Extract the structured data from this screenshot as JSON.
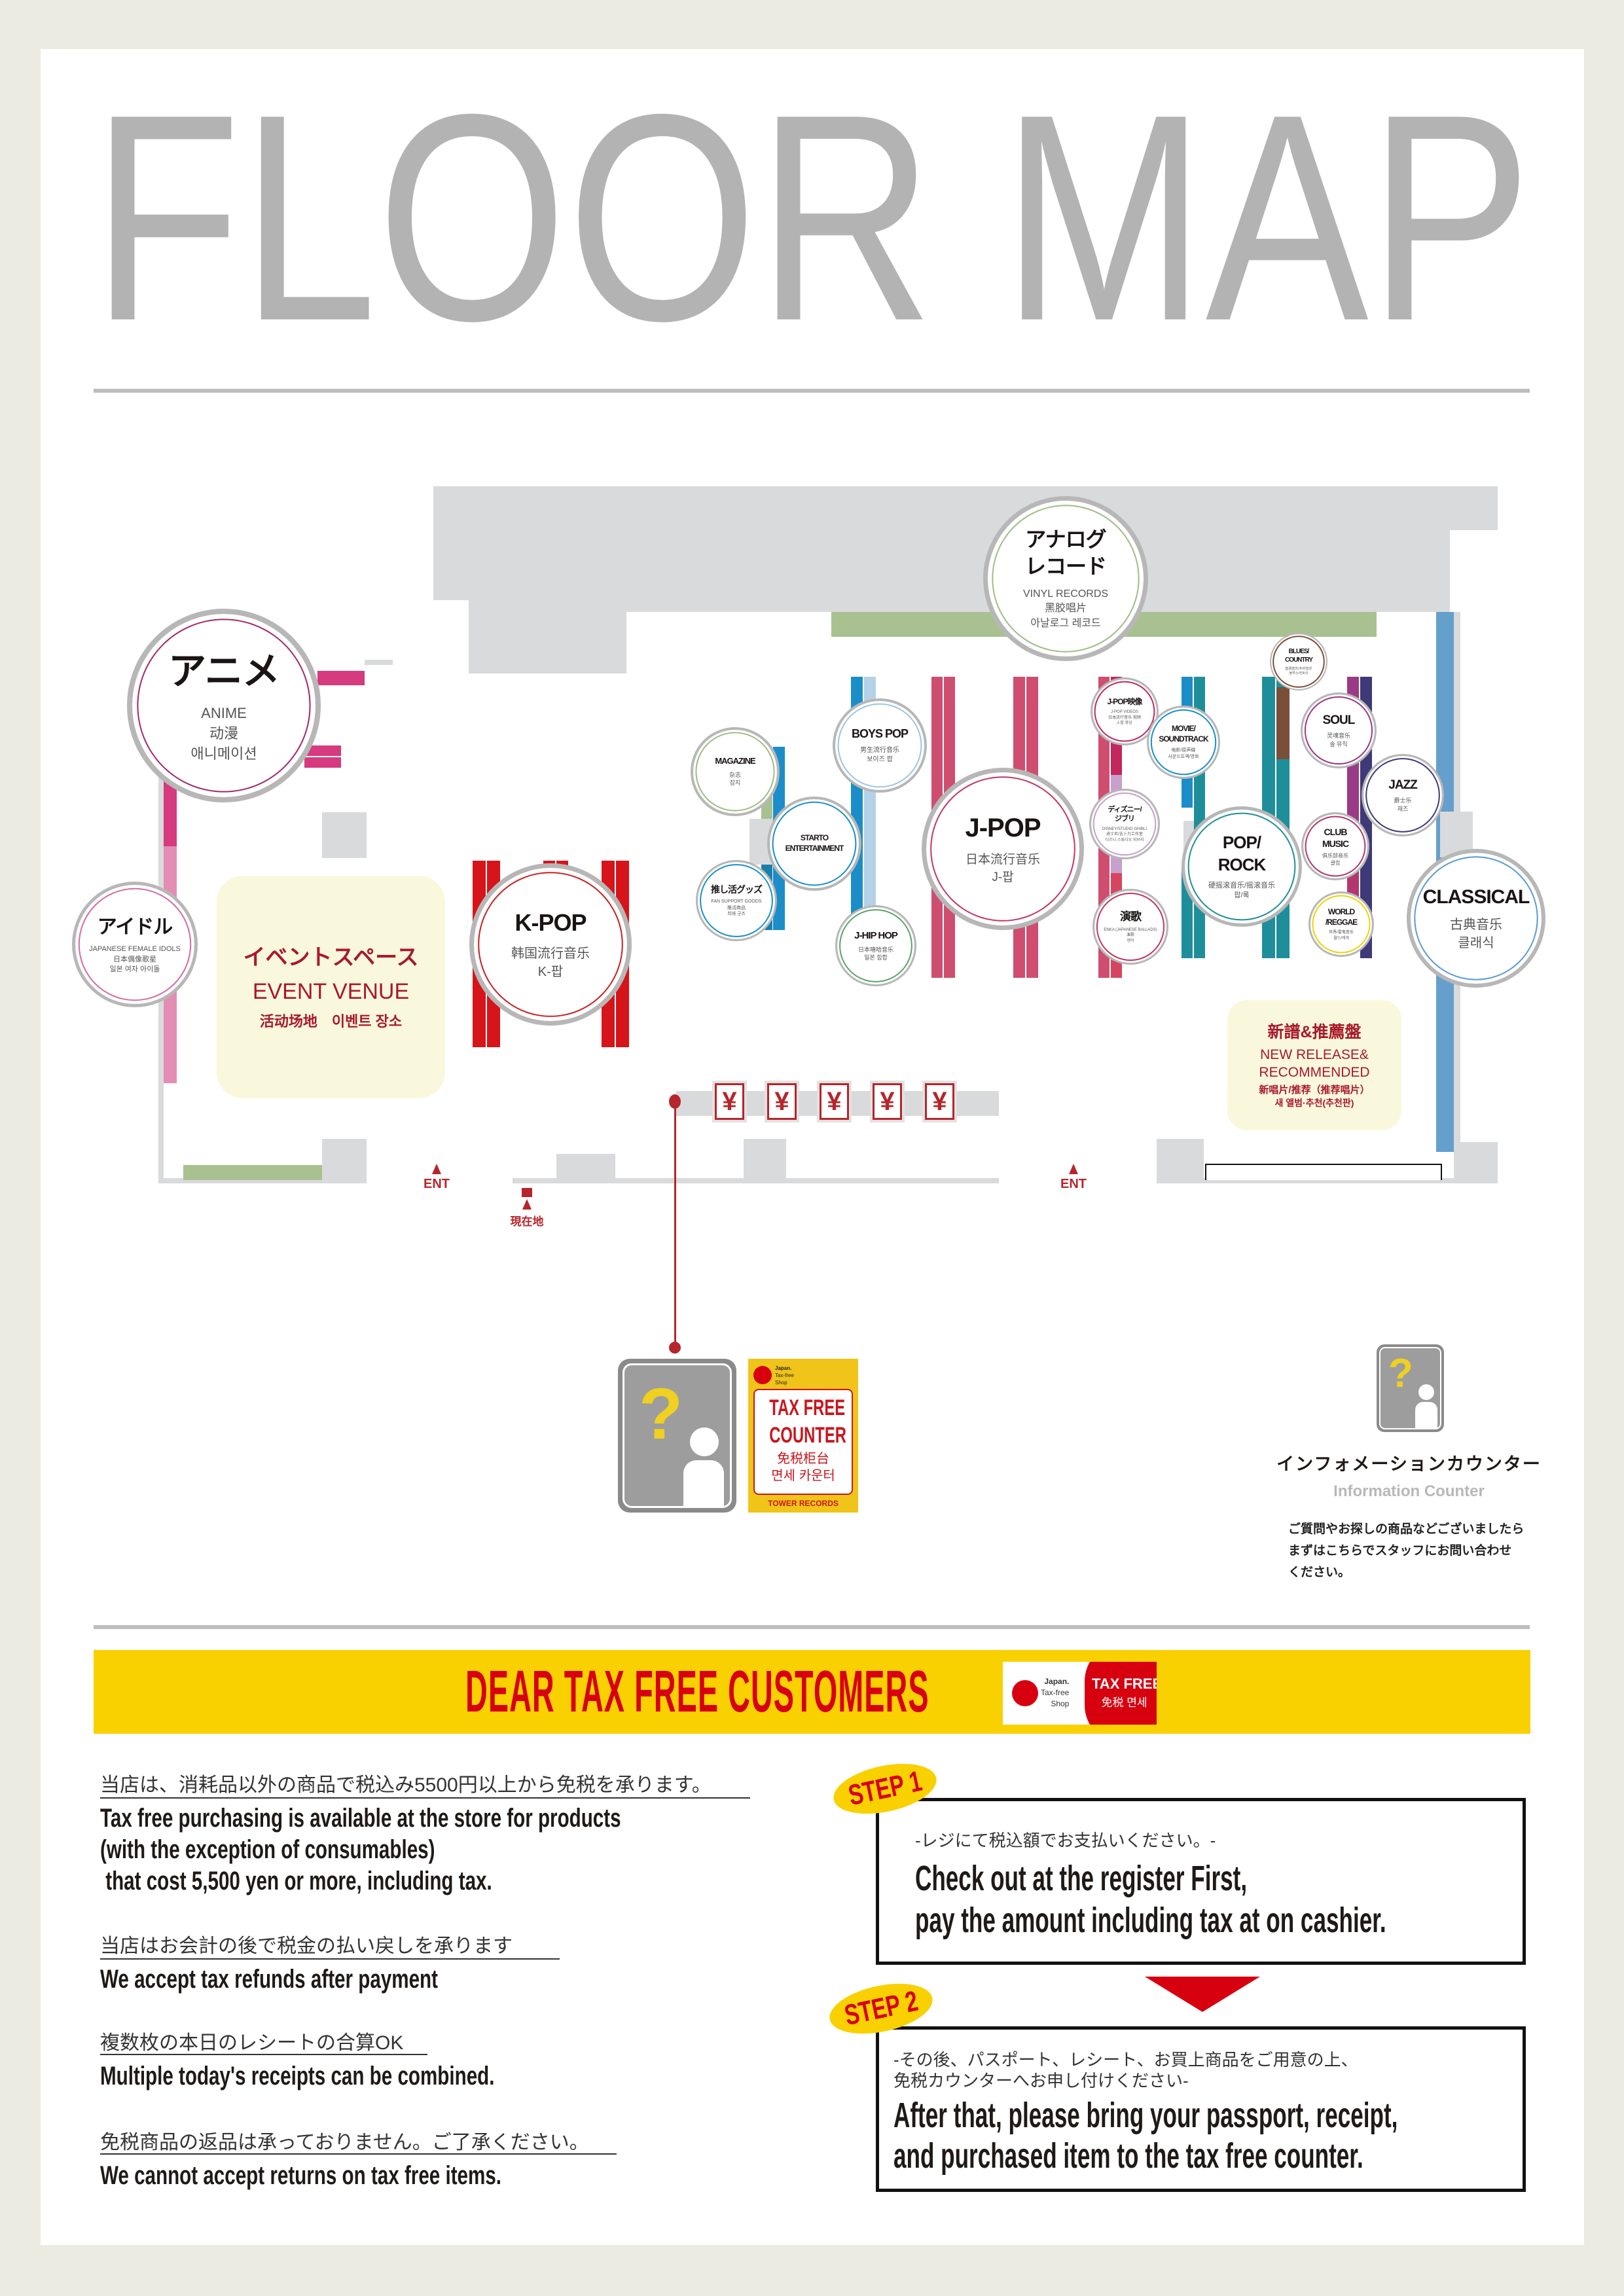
{
  "header": {
    "title": "FLOOR MAP"
  },
  "map": {
    "sections": [
      {
        "id": "anime",
        "title": "アニメ",
        "lines": [
          "ANIME",
          "动漫",
          "애니메이션"
        ],
        "color": "#a3276b"
      },
      {
        "id": "idol",
        "title": "アイドル",
        "lines": [
          "JAPANESE FEMALE IDOLS",
          "日本偶像歌星",
          "일본 여자 아이돌"
        ],
        "color": "#d56ba0"
      },
      {
        "id": "kpop",
        "title": "K-POP",
        "lines": [
          "韩国流行音乐",
          "K-팝"
        ],
        "color": "#c81e1e"
      },
      {
        "id": "vinyl",
        "title": "アナログ\nレコード",
        "lines": [
          "VINYL RECORDS",
          "黑胶唱片",
          "아날로그 레코드"
        ],
        "color": "#9fbd86"
      },
      {
        "id": "magazine",
        "title": "MAGAZINE",
        "lines": [
          "杂志",
          "잡지"
        ],
        "color": "#9fbd86"
      },
      {
        "id": "starto",
        "title": "STARTO\nENTERTAINMENT",
        "lines": [],
        "color": "#1b8ec9"
      },
      {
        "id": "oshikatsu",
        "title": "推し活グッズ",
        "lines": [
          "FAN SUPPORT GOODS",
          "推活商品",
          "최애 굿즈"
        ],
        "color": "#1b8ec9"
      },
      {
        "id": "boyspop",
        "title": "BOYS POP",
        "lines": [
          "男生流行音乐",
          "보이즈 팝"
        ],
        "color": "#9cc4e4"
      },
      {
        "id": "jhiphop",
        "title": "J-HIP HOP",
        "lines": [
          "日本嘻哈音乐",
          "일본 힙합"
        ],
        "color": "#5aa36c"
      },
      {
        "id": "jpop",
        "title": "J-POP",
        "lines": [
          "日本流行音乐",
          "J-팝"
        ],
        "color": "#c2365e"
      },
      {
        "id": "jpopvideo",
        "title": "J-POP映像",
        "lines": [
          "J-POP VIDEOS",
          "日本流行音乐 视频",
          "J-팝 영상"
        ],
        "color": "#c2275e"
      },
      {
        "id": "disney",
        "title": "ディズニー/\nジブリ",
        "lines": [
          "DISNEY/STUDIO GHIBLI",
          "迪士尼/吉卜力工作室",
          "디즈니·스튜디오 지브리"
        ],
        "color": "#c7a0cb"
      },
      {
        "id": "enka",
        "title": "演歌",
        "lines": [
          "ENKA (JAPANESE BALLADS)",
          "演歌",
          "엔카"
        ],
        "color": "#c2365e"
      },
      {
        "id": "movie",
        "title": "MOVIE/\nSOUNDTRACK",
        "lines": [
          "电影/原声碟",
          "사운드트랙/영화"
        ],
        "color": "#1b8ec9"
      },
      {
        "id": "poprock",
        "title": "POP/\nROCK",
        "lines": [
          "硬摇滚音乐/摇滚音乐",
          "팝/록"
        ],
        "color": "#1e8f9a"
      },
      {
        "id": "blues",
        "title": "BLUES/\nCOUNTRY",
        "lines": [
          "蓝调音乐/乡村音乐",
          "블루스/컨트리"
        ],
        "color": "#7a4f3a"
      },
      {
        "id": "soul",
        "title": "SOUL",
        "lines": [
          "灵魂音乐",
          "솔 뮤직"
        ],
        "color": "#9b3a86"
      },
      {
        "id": "jazz",
        "title": "JAZZ",
        "lines": [
          "爵士乐",
          "재즈"
        ],
        "color": "#3e3a78"
      },
      {
        "id": "club",
        "title": "CLUB\nMUSIC",
        "lines": [
          "俱乐部音乐",
          "클럽"
        ],
        "color": "#b3366e"
      },
      {
        "id": "world",
        "title": "WORLD\n/REGGAE",
        "lines": [
          "世界/雷鬼音乐",
          "월드/레게"
        ],
        "color": "#f0d400"
      },
      {
        "id": "classical",
        "title": "CLASSICAL",
        "lines": [
          "古典音乐",
          "클래식"
        ],
        "color": "#5b9bd5"
      }
    ],
    "event_venue": {
      "jp": "イベントスペース",
      "en": "EVENT VENUE",
      "zh_ko": "活动场地　이벤트 장소"
    },
    "new_release": {
      "jp": "新譜&推薦盤",
      "en1": "NEW RELEASE&",
      "en2": "RECOMMENDED",
      "zh": "新唱片/推荐（推荐唱片）",
      "ko": "새 앨범·추천(추천판)"
    },
    "register_symbol": "¥",
    "entrance_label": "ENT",
    "current_location": "現在地"
  },
  "tax_sign": {
    "brand1": "Japan.",
    "brand2": "Tax-free",
    "brand3": "Shop",
    "title1": "TAX FREE",
    "title2": "COUNTER",
    "zh": "免税柜台",
    "ko": "면세 카운터",
    "footer": "TOWER RECORDS"
  },
  "info_counter": {
    "jp": "インフォメーションカウンター",
    "en": "Information Counter",
    "desc": [
      "ご質問やお探しの商品などございましたら",
      "まずはこちらでスタッフにお問い合わせ",
      "ください。"
    ]
  },
  "banner": {
    "title": "DEAR TAX FREE CUSTOMERS",
    "logo_brand1": "Japan.",
    "logo_brand2": "Tax-free",
    "logo_brand3": "Shop",
    "logo_tax": "TAX FREE",
    "logo_sub": "免税 면세"
  },
  "notices": [
    {
      "jp": "当店は、消耗品以外の商品で税込み5500円以上から免税を承ります。",
      "en": [
        "Tax free purchasing is available at the store for products",
        "(with the exception of consumables)",
        " that cost 5,500 yen or more, including tax."
      ]
    },
    {
      "jp": "当店はお会計の後で税金の払い戻しを承ります",
      "en": [
        "We accept tax refunds after payment"
      ]
    },
    {
      "jp": "複数枚の本日のレシートの合算OK",
      "en": [
        "Multiple today's receipts can be combined."
      ]
    },
    {
      "jp": "免税商品の返品は承っておりません。ご了承ください。",
      "en": [
        "We cannot accept returns on tax free items."
      ]
    }
  ],
  "steps": [
    {
      "badge": "STEP 1",
      "jp": [
        "-レジにて税込額でお支払いください。-"
      ],
      "en": [
        "Check out at the register First,",
        "pay the amount including tax at on cashier."
      ]
    },
    {
      "badge": "STEP 2",
      "jp": [
        "-その後、パスポート、レシート、お買上商品をご用意の上、",
        "免税カウンターへお申し付けください-"
      ],
      "en": [
        "After that, please bring your passport, receipt,",
        "and purchased item to the tax free counter."
      ]
    }
  ],
  "colors": {
    "yellow": "#f9d000",
    "red": "#d7000f",
    "gray": "#d9dadc"
  }
}
